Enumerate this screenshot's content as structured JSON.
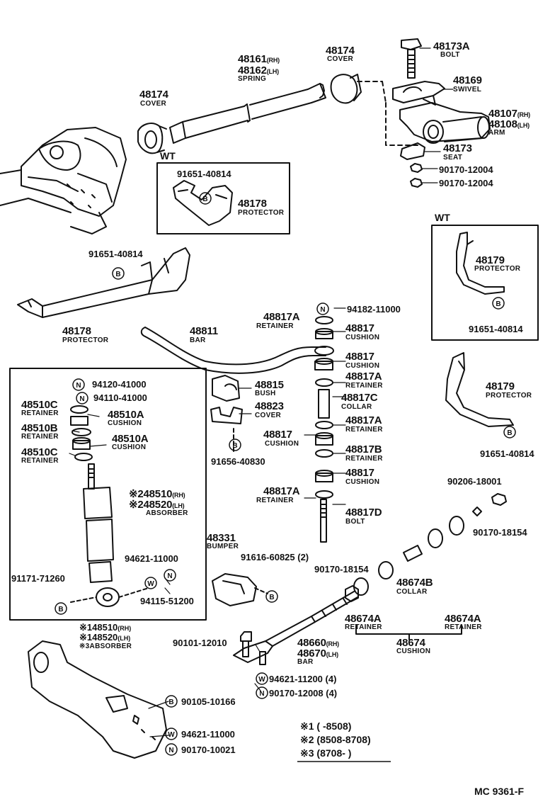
{
  "title_code": "MC 9361-F",
  "wt_label": "WT",
  "note_symbols": {
    "b": "B",
    "n": "N",
    "w": "W"
  },
  "parts": {
    "p48173A": {
      "no": "48173A",
      "name": "BOLT"
    },
    "p48174a": {
      "no": "48174",
      "name": "COVER"
    },
    "p48161": {
      "no1": "48161",
      "rh": "(RH)",
      "no2": "48162",
      "lh": "(LH)",
      "name": "SPRING"
    },
    "p48174b": {
      "no": "48174",
      "name": "COVER"
    },
    "p48169": {
      "no": "48169",
      "name": "SWIVEL"
    },
    "p48107": {
      "no1": "48107",
      "rh": "(RH)",
      "no2": "48108",
      "lh": "(LH)",
      "name": "ARM"
    },
    "p48173": {
      "no": "48173",
      "name": "SEAT"
    },
    "n90170a": "90170-12004",
    "n90170b": "90170-12004",
    "p91651a": "91651-40814",
    "p48178a": {
      "no": "48178",
      "name": "PROTECTOR"
    },
    "p91651b": "91651-40814",
    "p48178b": {
      "no": "48178",
      "name": "PROTECTOR"
    },
    "p48179a": {
      "no": "48179",
      "name": "PROTECTOR"
    },
    "p91651c": "91651-40814",
    "p48179b": {
      "no": "48179",
      "name": "PROTECTOR"
    },
    "p91651d": "91651-40814",
    "p94182": "94182-11000",
    "p48817A1": {
      "no": "48817A",
      "name": "RETAINER"
    },
    "p48817_1": {
      "no": "48817",
      "name": "CUSHION"
    },
    "p48811": {
      "no": "48811",
      "name": "BAR"
    },
    "p48817_2": {
      "no": "48817",
      "name": "CUSHION"
    },
    "p48817A2": {
      "no": "48817A",
      "name": "RETAINER"
    },
    "p48817C": {
      "no": "48817C",
      "name": "COLLAR"
    },
    "p48817_3": {
      "no": "48817",
      "name": "CUSHION"
    },
    "p48817A3": {
      "no": "48817A",
      "name": "RETAINER"
    },
    "p48817B": {
      "no": "48817B",
      "name": "RETAINER"
    },
    "p48817_4": {
      "no": "48817",
      "name": "CUSHION"
    },
    "p48817A4": {
      "no": "48817A",
      "name": "RETAINER"
    },
    "p48817D": {
      "no": "48817D",
      "name": "BOLT"
    },
    "p48815": {
      "no": "48815",
      "name": "BUSH"
    },
    "p48823": {
      "no": "48823",
      "name": "COVER"
    },
    "p91656": "91656-40830",
    "p94120": "94120-41000",
    "p94110": "94110-41000",
    "p48510C1": {
      "no": "48510C",
      "name": "RETAINER"
    },
    "p48510A1": {
      "no": "48510A",
      "name": "CUSHION"
    },
    "p48510B": {
      "no": "48510B",
      "name": "RETAINER"
    },
    "p48510A2": {
      "no": "48510A",
      "name": "CUSHION"
    },
    "p48510C2": {
      "no": "48510C",
      "name": "RETAINER"
    },
    "p48510": {
      "mark": "※2",
      "no1": "48510",
      "rh": "(RH)",
      "no2": "48520",
      "lh": "(LH)",
      "name": "ABSORBER"
    },
    "p94621a": "94621-11000",
    "p91171": "91171-71260",
    "p94115": "94115-51200",
    "p48510b": {
      "mark": "※1",
      "no1": "48510",
      "rh": "(RH)",
      "mark2": "※1",
      "no2": "48520",
      "lh": "(LH)",
      "mark3": "※3",
      "name": "ABSORBER"
    },
    "p48331": {
      "no": "48331",
      "name": "BUMPER"
    },
    "p91616": "91616-60825 (2)",
    "p90170c": "90170-18154",
    "p90206": "90206-18001",
    "p90170d": "90170-18154",
    "p48674B": {
      "no": "48674B",
      "name": "COLLAR"
    },
    "p48674A1": {
      "no": "48674A",
      "name": "RETAINER"
    },
    "p48674A2": {
      "no": "48674A",
      "name": "RETAINER"
    },
    "p48674": {
      "no": "48674",
      "name": "CUSHION"
    },
    "p90101": "90101-12010",
    "p48660": {
      "no1": "48660",
      "rh": "(RH)",
      "no2": "48670",
      "lh": "(LH)",
      "name": "BAR"
    },
    "p94621b": "94621-11200 (4)",
    "p90170e": "90170-12008 (4)",
    "p90105": "90105-10166",
    "p94621c": "94621-11000",
    "p90170f": "90170-10021"
  },
  "notes": [
    {
      "mark": "※1",
      "range": "(      -8508)"
    },
    {
      "mark": "※2",
      "range": "(8508-8708)"
    },
    {
      "mark": "※3",
      "range": "(8708-      )"
    }
  ]
}
